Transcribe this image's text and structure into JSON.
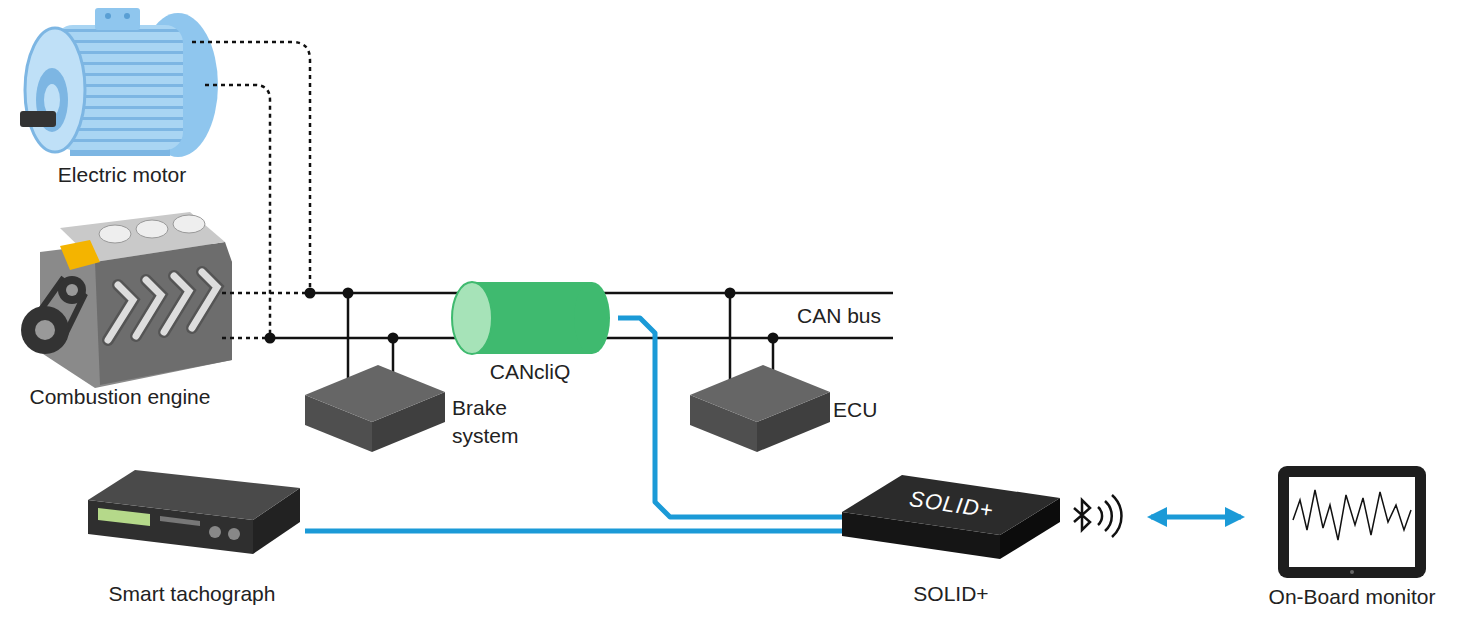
{
  "diagram": {
    "nodes": [
      {
        "text": [
          "Electric motor"
        ]
      },
      {
        "text": [
          "Combustion engine"
        ]
      },
      {
        "text": [
          "Brake system"
        ]
      },
      {
        "text": [
          "CANcliQ"
        ]
      },
      {
        "text": [
          "ECU"
        ]
      },
      {
        "text": [
          "Smart tachograph"
        ]
      },
      {
        "text": [
          "SOLID+",
          "SOLID+"
        ]
      },
      {
        "text": [
          "On-Board monitor"
        ]
      }
    ],
    "edges": [
      {
        "from": 3,
        "to": 6,
        "arrow": "none"
      },
      {
        "from": 5,
        "to": 6,
        "arrow": "none"
      },
      {
        "from": 6,
        "to": 7,
        "arrow": "both"
      }
    ],
    "labels": [
      "CAN bus"
    ]
  }
}
